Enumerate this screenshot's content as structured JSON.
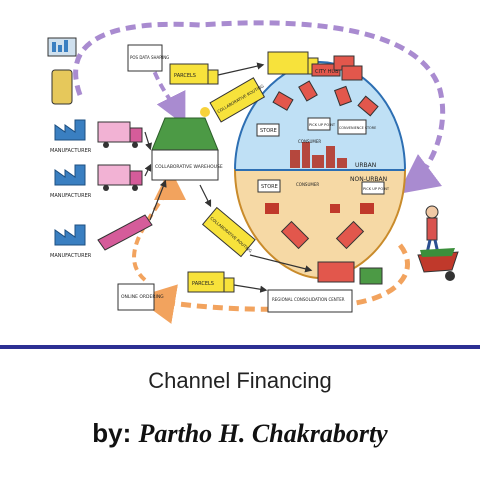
{
  "diagram": {
    "labels": {
      "pos_data_sharing": "POS DATA SHARING",
      "parcels_top": "PARCELS",
      "parcels_bottom": "PARCELS",
      "collaborative_warehouse": "COLLABORATIVE WAREHOUSE",
      "collaborative_routing_top": "COLLABORATIVE ROUTING",
      "collaborative_routing_bottom": "COLLABORATIVE ROUTING",
      "manufacturer": "MANUFACTURER",
      "online_ordering": "ONLINE ORDERING",
      "city_hub": "CITY HUB",
      "store_urban": "STORE",
      "store_nonurban": "STORE",
      "consumer": "CONSUMER",
      "convenience_store": "CONVENIENCE STORE",
      "pick_up_point": "PICK UP POINT",
      "urban": "URBAN",
      "non_urban": "NON-URBAN",
      "regional_consolidation_center": "REGIONAL CONSOLIDATION CENTER"
    },
    "colors": {
      "urban_zone": "#bfe0f5",
      "nonurban_zone": "#f6d9a5",
      "truck_yellow": "#f7e23b",
      "truck_red": "#e2574c",
      "truck_pink": "#f2b2d4",
      "factory_blue": "#3a7fc1",
      "warehouse_green": "#4c9a45",
      "arrow_purple": "#a98bd0",
      "arrow_orange": "#f2a35e",
      "rule_blue": "#2c2f93"
    }
  },
  "caption": {
    "title": "Channel Financing",
    "by": "by:",
    "author": "Partho H. Chakraborty"
  }
}
